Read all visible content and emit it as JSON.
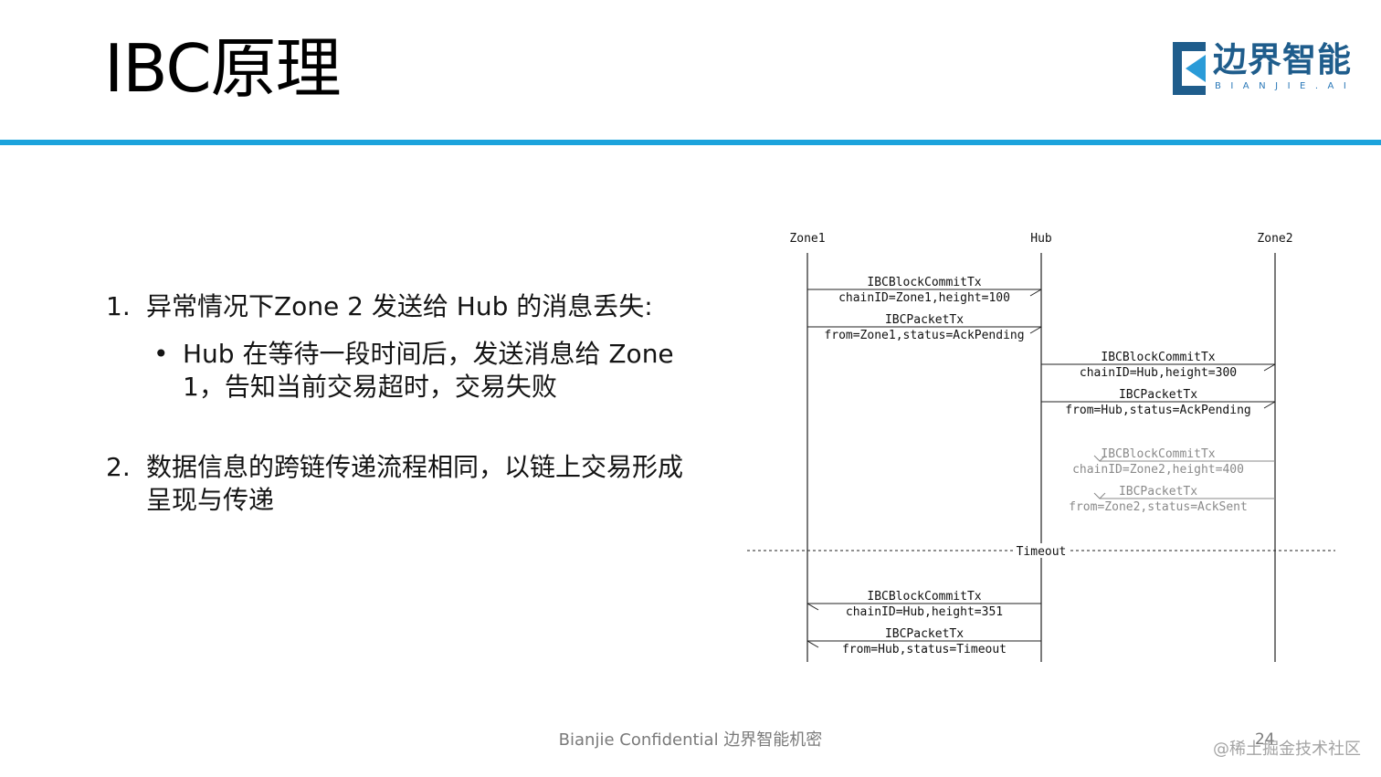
{
  "header": {
    "title": "IBC原理",
    "logo_text": "边界智能",
    "logo_sub": "BIANJIE.AI",
    "accent_color": "#1ba3dc",
    "logo_color": "#1f5d8c"
  },
  "content": {
    "item1": {
      "num": "1.",
      "text": "异常情况下Zone 2 发送给 Hub 的消息丢失:"
    },
    "item1_sub": {
      "bullet": "•",
      "text": "Hub 在等待一段时间后，发送消息给 Zone 1，告知当前交易超时，交易失败"
    },
    "item2": {
      "num": "2.",
      "text": "数据信息的跨链传递流程相同，以链上交易形成呈现与传递"
    }
  },
  "diagram": {
    "lanes": [
      "Zone1",
      "Hub",
      "Zone2"
    ],
    "messages": [
      {
        "from": "Zone1",
        "to": "Hub",
        "line1": "IBCBlockCommitTx",
        "line2": "chainID=Zone1,height=100",
        "dim": false
      },
      {
        "from": "Zone1",
        "to": "Hub",
        "line1": "IBCPacketTx",
        "line2": "from=Zone1,status=AckPending",
        "dim": false
      },
      {
        "from": "Hub",
        "to": "Zone2",
        "line1": "IBCBlockCommitTx",
        "line2": "chainID=Hub,height=300",
        "dim": false
      },
      {
        "from": "Hub",
        "to": "Zone2",
        "line1": "IBCPacketTx",
        "line2": "from=Hub,status=AckPending",
        "dim": false
      },
      {
        "from": "Zone2",
        "to": "Hub",
        "line1": "IBCBlockCommitTx",
        "line2": "chainID=Zone2,height=400",
        "dim": true
      },
      {
        "from": "Zone2",
        "to": "Hub",
        "line1": "IBCPacketTx",
        "line2": "from=Zone2,status=AckSent",
        "dim": true
      },
      {
        "from": "Hub",
        "to": "Zone1",
        "line1": "IBCBlockCommitTx",
        "line2": "chainID=Hub,height=351",
        "dim": false
      },
      {
        "from": "Hub",
        "to": "Zone1",
        "line1": "IBCPacketTx",
        "line2": "from=Hub,status=Timeout",
        "dim": false
      }
    ],
    "timeout_label": "Timeout"
  },
  "footer": {
    "confidential": "Bianjie Confidential  边界智能机密",
    "page": "24",
    "watermark": "@稀土掘金技术社区"
  }
}
